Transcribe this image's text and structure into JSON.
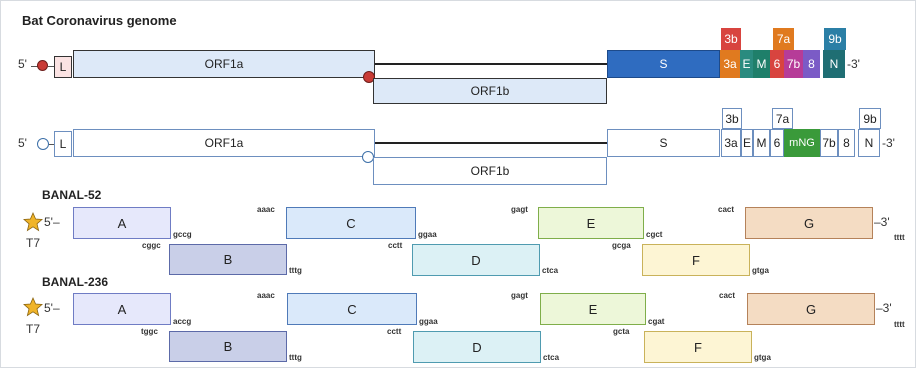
{
  "title": "Bat Coronavirus genome",
  "genome1": {
    "five": "5'",
    "three": "-3'",
    "L": "L",
    "ORF1a": "ORF1a",
    "ORF1b": "ORF1b",
    "S": "S",
    "g3b": "3b",
    "g3a": "3a",
    "E": "E",
    "M": "M",
    "g6": "6",
    "g7a": "7a",
    "g7b": "7b",
    "g8": "8",
    "g9b": "9b",
    "N": "N"
  },
  "genome2": {
    "five": "5'",
    "three": "-3'",
    "L": "L",
    "ORF1a": "ORF1a",
    "ORF1b": "ORF1b",
    "S": "S",
    "g3b": "3b",
    "g3a": "3a",
    "E": "E",
    "M": "M",
    "g6": "6",
    "g7a": "7a",
    "mNG": "mNG",
    "g7b": "7b",
    "g8": "8",
    "g9b": "9b",
    "N": "N"
  },
  "banal52": {
    "label": "BANAL-52",
    "promoter": "T7",
    "five": "5'–",
    "three": "–3'",
    "tail": "tttt",
    "A": "A",
    "B": "B",
    "C": "C",
    "D": "D",
    "E": "E",
    "F": "F",
    "G": "G",
    "oh_A_right": "gccg",
    "oh_B_left": "cggc",
    "oh_B_right": "tttg",
    "oh_C_left": "aaac",
    "oh_C_right": "ggaa",
    "oh_D_left": "cctt",
    "oh_D_right": "ctca",
    "oh_E_left": "gagt",
    "oh_E_right": "cgct",
    "oh_F_left": "gcga",
    "oh_F_right": "gtga",
    "oh_G_left": "cact"
  },
  "banal236": {
    "label": "BANAL-236",
    "promoter": "T7",
    "five": "5'–",
    "three": "–3'",
    "tail": "tttt",
    "A": "A",
    "B": "B",
    "C": "C",
    "D": "D",
    "E": "E",
    "F": "F",
    "G": "G",
    "oh_A_right": "accg",
    "oh_B_left": "tggc",
    "oh_B_right": "tttg",
    "oh_C_left": "aaac",
    "oh_C_right": "ggaa",
    "oh_D_left": "cctt",
    "oh_D_right": "ctca",
    "oh_E_left": "gagt",
    "oh_E_right": "cgat",
    "oh_F_left": "gcta",
    "oh_F_right": "gtga",
    "oh_G_left": "cact"
  },
  "colors": {
    "orf_fill": "#dde9f8",
    "orf_border": "#3a3a3a",
    "spike": "#2f6cc0",
    "orange": "#e07a1f",
    "red": "#d8443f",
    "teal": "#2a8b7f",
    "magenta": "#b63c98",
    "purple": "#7b5bc6",
    "dark_teal": "#1f6e73",
    "cyan_dark": "#2b7fa6",
    "mNG": "#3a9a3a",
    "star": "#f0b429",
    "frag_A": "#e6e8fb",
    "frag_B": "#c9cfe8",
    "frag_C": "#dae9fa",
    "frag_D": "#dcf1f5",
    "frag_E": "#edf7d9",
    "frag_F": "#fdf5d4",
    "frag_G": "#f4dcc3"
  }
}
